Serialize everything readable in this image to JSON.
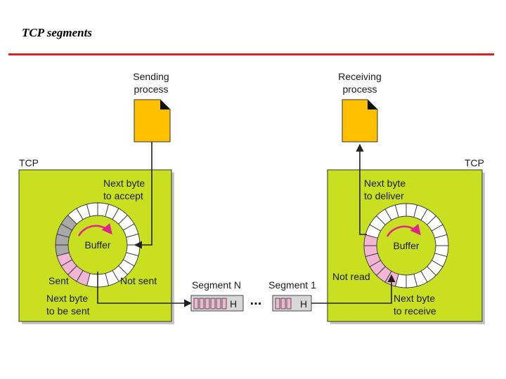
{
  "title": "TCP segments",
  "colors": {
    "tcp_box": "#c8e020",
    "document": "#ffc000",
    "buffer_filled": "#f2b6d4",
    "buffer_sent": "#a8a8a8",
    "buffer_arrow": "#e0248c",
    "title_rule": "#e02020",
    "line": "#222222"
  },
  "sender": {
    "process_label": [
      "Sending",
      "process"
    ],
    "tcp_label": "TCP",
    "pointer_label": [
      "Next byte",
      "to accept"
    ],
    "buffer_label": "Buffer",
    "sent_label": "Sent",
    "not_sent_label": "Not sent",
    "next_byte_label": [
      "Next byte",
      "to be sent"
    ]
  },
  "receiver": {
    "process_label": [
      "Receiving",
      "process"
    ],
    "tcp_label": "TCP",
    "pointer_label": [
      "Next byte",
      "to deliver"
    ],
    "buffer_label": "Buffer",
    "not_read_label": "Not read",
    "next_byte_label": [
      "Next byte",
      "to receive"
    ]
  },
  "segments": {
    "segment_n_label": "Segment N",
    "segment_1_label": "Segment 1",
    "header_label": "H",
    "ellipsis": "..."
  }
}
